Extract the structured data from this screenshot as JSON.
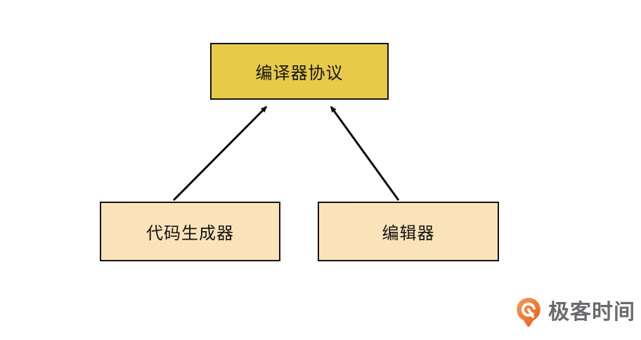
{
  "diagram": {
    "nodes": {
      "top": {
        "id": "compiler-protocol",
        "label": "编译器协议",
        "fill": "#e8ca49"
      },
      "left": {
        "id": "code-generator",
        "label": "代码生成器",
        "fill": "#fbe3b9"
      },
      "right": {
        "id": "editor",
        "label": "编辑器",
        "fill": "#fbe3b9"
      }
    },
    "edges": [
      {
        "from": "code-generator",
        "to": "compiler-protocol",
        "style": "solid-arrow"
      },
      {
        "from": "editor",
        "to": "compiler-protocol",
        "style": "solid-arrow"
      }
    ],
    "colors": {
      "node_border": "#141414",
      "arrow": "#0d0d0d",
      "top_fill": "#e8ca49",
      "bottom_fill": "#fbe3b9"
    }
  },
  "branding": {
    "logo_text": "极客时间",
    "logo_text_color": "#6a6a6e",
    "logo_orange": "#ee6f2d"
  }
}
